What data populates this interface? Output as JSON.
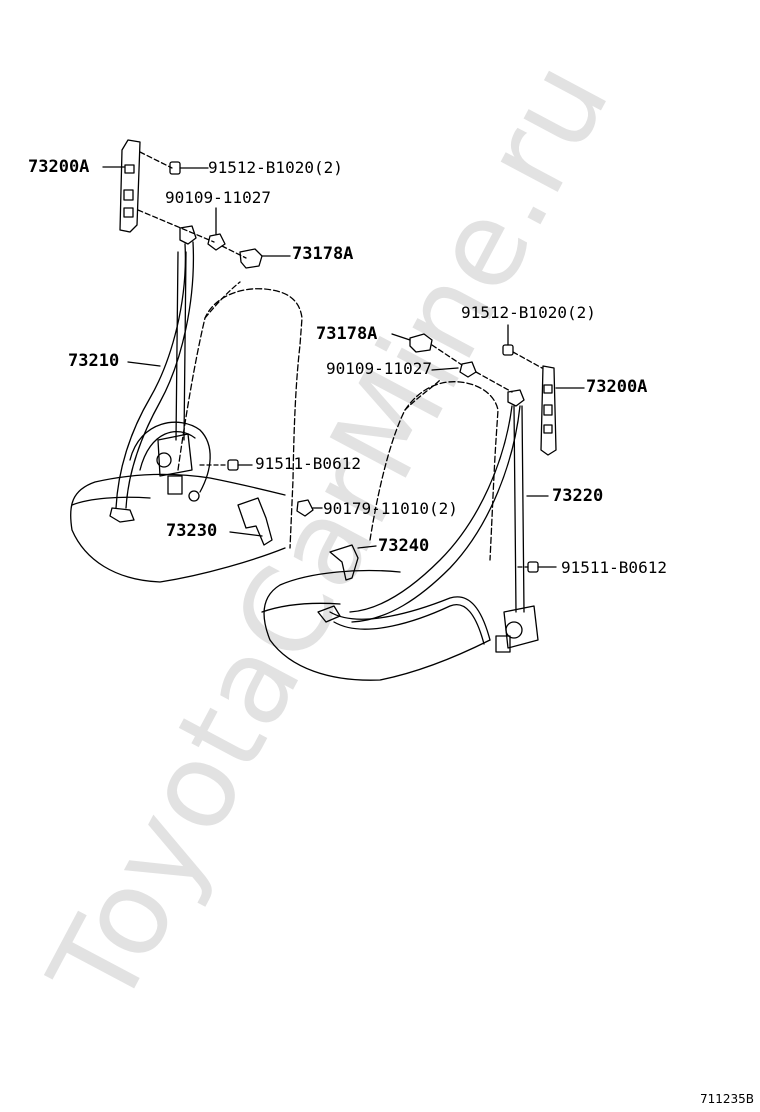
{
  "parts": {
    "left_anchor": "73200A",
    "left_anchor_bolt": "91512-B1020(2)",
    "left_anchor_nut": "90109-11027",
    "left_cover": "73178A",
    "left_belt": "73210",
    "left_retractor_bolt": "91511-B0612",
    "left_buckle": "73230",
    "center_nut": "90179-11010(2)",
    "right_cover": "73178A",
    "right_anchor_bolt": "91512-B1020(2)",
    "right_anchor_nut": "90109-11027",
    "right_anchor": "73200A",
    "right_belt": "73220",
    "right_buckle": "73240",
    "right_retractor_bolt": "91511-B0612"
  },
  "diagram_id": "711235B",
  "watermark": "ToyotaCarMine.ru",
  "colors": {
    "line": "#000000",
    "watermark": "#d9d9d9"
  }
}
